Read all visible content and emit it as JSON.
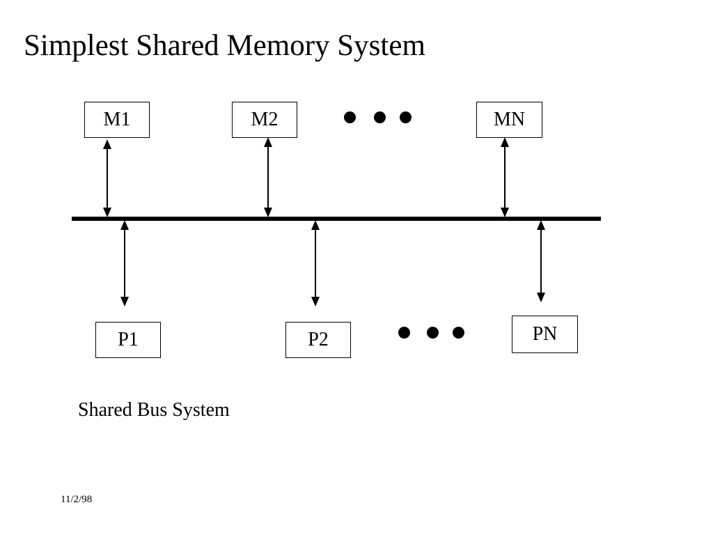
{
  "slide": {
    "title": "Simplest Shared Memory System",
    "caption": "Shared Bus System",
    "date": "11/2/98",
    "background_color": "#ffffff",
    "ink_color": "#000000"
  },
  "memory_units": [
    {
      "label": "M1"
    },
    {
      "label": "M2"
    },
    {
      "label": "MN"
    }
  ],
  "memory_ellipsis": "● ● ●",
  "processor_units": [
    {
      "label": "P1"
    },
    {
      "label": "P2"
    },
    {
      "label": "PN"
    }
  ],
  "processor_ellipsis": "● ● ●",
  "bus": {
    "name": "shared-bus",
    "color": "#000000"
  },
  "connections": [
    {
      "from": "M1",
      "to": "shared-bus",
      "style": "double-headed-arrow"
    },
    {
      "from": "M2",
      "to": "shared-bus",
      "style": "double-headed-arrow"
    },
    {
      "from": "MN",
      "to": "shared-bus",
      "style": "double-headed-arrow"
    },
    {
      "from": "shared-bus",
      "to": "P1",
      "style": "double-headed-arrow"
    },
    {
      "from": "shared-bus",
      "to": "P2",
      "style": "double-headed-arrow"
    },
    {
      "from": "shared-bus",
      "to": "PN",
      "style": "double-headed-arrow"
    }
  ]
}
